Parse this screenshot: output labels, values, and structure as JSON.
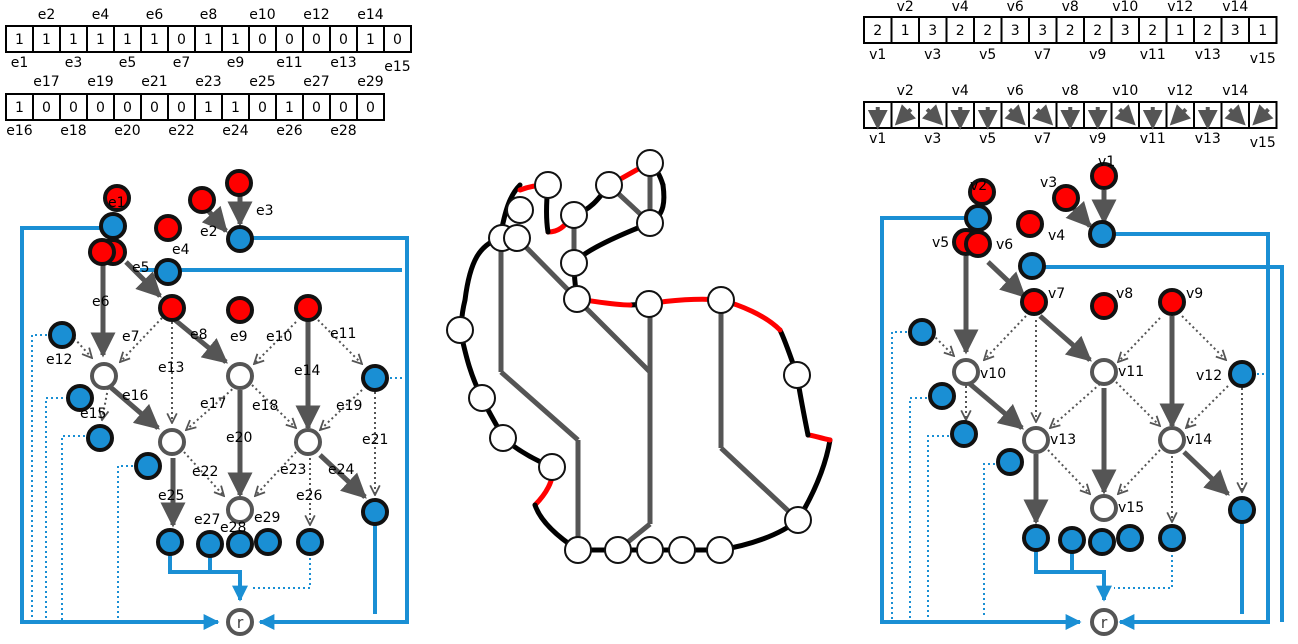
{
  "edge_bits_row1": {
    "bits": [
      "1",
      "1",
      "1",
      "1",
      "1",
      "1",
      "0",
      "1",
      "1",
      "0",
      "0",
      "0",
      "0",
      "1",
      "0"
    ],
    "top_labels": [
      "e2",
      "e4",
      "e6",
      "e8",
      "e10",
      "e12",
      "e14"
    ],
    "bottom_labels": [
      "e1",
      "e3",
      "e5",
      "e7",
      "e9",
      "e11",
      "e13",
      "e15"
    ]
  },
  "edge_bits_row2": {
    "bits": [
      "1",
      "0",
      "0",
      "0",
      "0",
      "0",
      "0",
      "1",
      "1",
      "0",
      "1",
      "0",
      "0",
      "0"
    ],
    "top_labels": [
      "e17",
      "e19",
      "e21",
      "e23",
      "e25",
      "e27",
      "e29"
    ],
    "bottom_labels": [
      "e16",
      "e18",
      "e20",
      "e22",
      "e24",
      "e26",
      "e28"
    ]
  },
  "vertex_values": {
    "values": [
      "2",
      "1",
      "3",
      "2",
      "2",
      "3",
      "3",
      "2",
      "2",
      "3",
      "2",
      "1",
      "2",
      "3",
      "1"
    ],
    "top_labels": [
      "v2",
      "v4",
      "v6",
      "v8",
      "v10",
      "v12",
      "v14"
    ],
    "bottom_labels": [
      "v1",
      "v3",
      "v5",
      "v7",
      "v9",
      "v11",
      "v13",
      "v15"
    ]
  },
  "vertex_arrows": {
    "directions": [
      "down",
      "down-left",
      "down-right",
      "down",
      "down",
      "down-right",
      "down-right",
      "down",
      "down",
      "down-right",
      "down",
      "down-left",
      "down",
      "down-right",
      "down-left"
    ],
    "top_labels": [
      "v2",
      "v4",
      "v6",
      "v8",
      "v10",
      "v12",
      "v14"
    ],
    "bottom_labels": [
      "v1",
      "v3",
      "v5",
      "v7",
      "v9",
      "v11",
      "v13",
      "v15"
    ]
  },
  "left_graph": {
    "edge_labels": [
      {
        "id": "e1",
        "text": "e1"
      },
      {
        "id": "e2",
        "text": "e2"
      },
      {
        "id": "e3",
        "text": "e3"
      },
      {
        "id": "e4",
        "text": "e4"
      },
      {
        "id": "e5",
        "text": "e5"
      },
      {
        "id": "e6",
        "text": "e6"
      },
      {
        "id": "e7",
        "text": "e7"
      },
      {
        "id": "e8",
        "text": "e8"
      },
      {
        "id": "e9",
        "text": "e9"
      },
      {
        "id": "e10",
        "text": "e10"
      },
      {
        "id": "e11",
        "text": "e11"
      },
      {
        "id": "e12",
        "text": "e12"
      },
      {
        "id": "e13",
        "text": "e13"
      },
      {
        "id": "e14",
        "text": "e14"
      },
      {
        "id": "e15",
        "text": "e15"
      },
      {
        "id": "e16",
        "text": "e16"
      },
      {
        "id": "e17",
        "text": "e17"
      },
      {
        "id": "e18",
        "text": "e18"
      },
      {
        "id": "e19",
        "text": "e19"
      },
      {
        "id": "e20",
        "text": "e20"
      },
      {
        "id": "e21",
        "text": "e21"
      },
      {
        "id": "e22",
        "text": "e22"
      },
      {
        "id": "e23",
        "text": "e23"
      },
      {
        "id": "e24",
        "text": "e24"
      },
      {
        "id": "e25",
        "text": "e25"
      },
      {
        "id": "e26",
        "text": "e26"
      },
      {
        "id": "e27",
        "text": "e27"
      },
      {
        "id": "e28",
        "text": "e28"
      },
      {
        "id": "e29",
        "text": "e29"
      }
    ],
    "root_label": "r"
  },
  "right_graph": {
    "vertex_labels": [
      {
        "id": "v1",
        "text": "v1"
      },
      {
        "id": "v2",
        "text": "v2"
      },
      {
        "id": "v3",
        "text": "v3"
      },
      {
        "id": "v4",
        "text": "v4"
      },
      {
        "id": "v5",
        "text": "v5"
      },
      {
        "id": "v6",
        "text": "v6"
      },
      {
        "id": "v7",
        "text": "v7"
      },
      {
        "id": "v8",
        "text": "v8"
      },
      {
        "id": "v9",
        "text": "v9"
      },
      {
        "id": "v10",
        "text": "v10"
      },
      {
        "id": "v11",
        "text": "v11"
      },
      {
        "id": "v12",
        "text": "v12"
      },
      {
        "id": "v13",
        "text": "v13"
      },
      {
        "id": "v14",
        "text": "v14"
      },
      {
        "id": "v15",
        "text": "v15"
      }
    ],
    "root_label": "r"
  },
  "colors": {
    "red_node": "#ff0000",
    "blue_node": "#1a8fd4",
    "blue_edge": "#1a8fd4",
    "gray_edge": "#555555",
    "red_boundary": "#ff0000",
    "black_boundary": "#000000"
  }
}
